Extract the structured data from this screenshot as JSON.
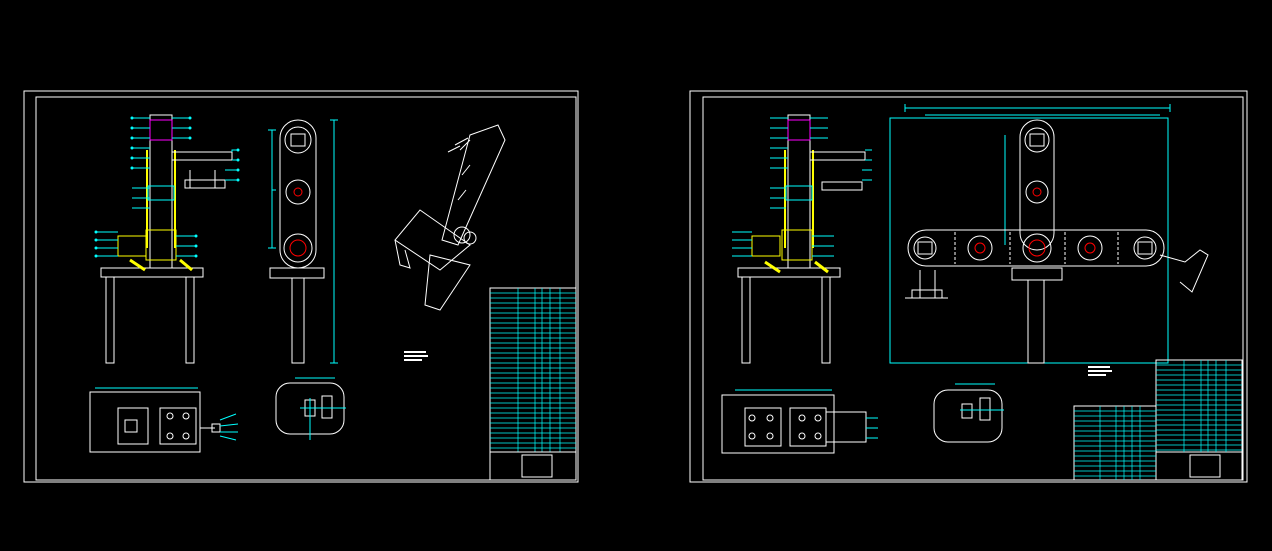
{
  "colors": {
    "background": "#000000",
    "frame": "#ffffff",
    "dimension": "#00ffff",
    "outline": "#ffffff",
    "highlight": "#ffff00",
    "center_mark": "#ff0000",
    "part": "#ff00ff"
  },
  "sheets": [
    {
      "id": "sheet-left",
      "views": [
        "front-view",
        "side-view",
        "isometric-view",
        "top-view",
        "detail-view",
        "parts-list",
        "title-block"
      ]
    },
    {
      "id": "sheet-right",
      "views": [
        "front-view",
        "arm-extended-view",
        "top-view",
        "detail-view",
        "parts-list",
        "title-block"
      ]
    }
  ]
}
